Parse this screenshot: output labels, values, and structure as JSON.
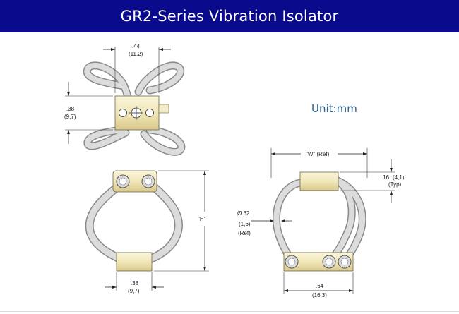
{
  "title": "GR2-Series Vibration Isolator",
  "unit_label": "Unit:mm",
  "top_view": {
    "width_in": ".44",
    "width_mm": "(11,2)",
    "height_in": ".38",
    "height_mm": "(9,7)"
  },
  "front_view": {
    "height_label": "\"H\"",
    "width_in": ".38",
    "width_mm": "(9,7)"
  },
  "side_view": {
    "width_label": "\"W\" (Ref)",
    "thickness_in": ".16",
    "thickness_mm": "(4,1)",
    "thickness_note": "(Typ)",
    "wire_dia_in": "Ø.62",
    "wire_dia_mm": "(1,6)",
    "wire_dia_note": "(Ref)",
    "base_in": ".64",
    "base_mm": "(16,3)"
  },
  "colors": {
    "header_bg": "#0a0a8c",
    "cable_fill": "#dcdcdc",
    "block_fill": "#efe5b4",
    "unit_text": "#2c5d8a"
  }
}
